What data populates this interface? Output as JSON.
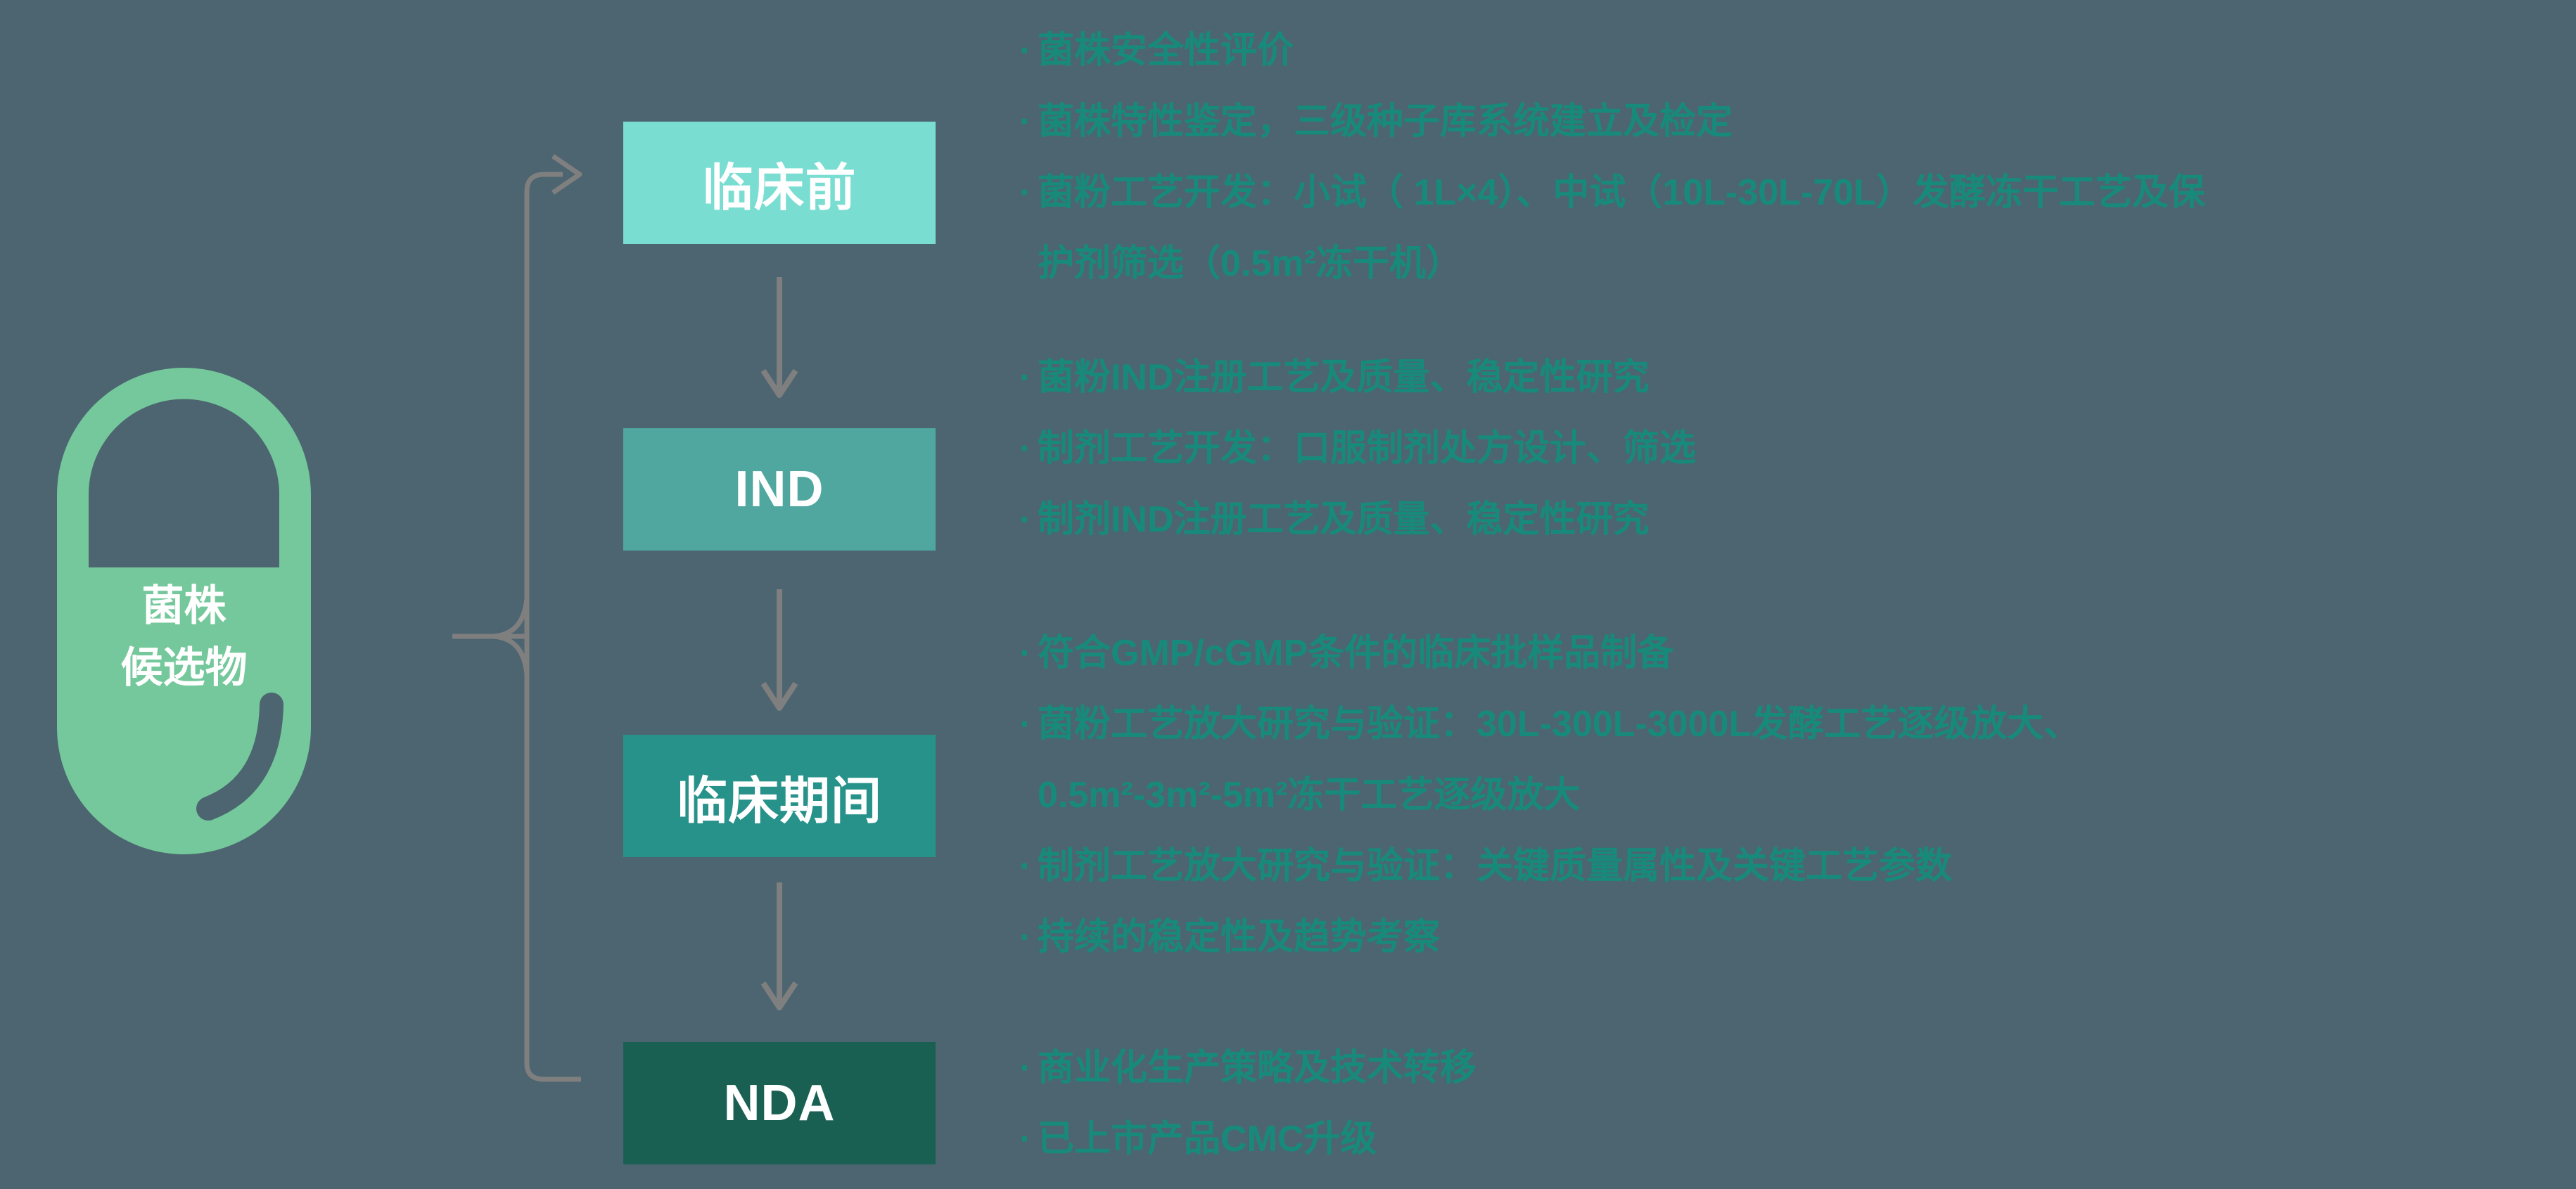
{
  "palette": {
    "background": "#4C6570",
    "connector_gray": "#7F7F7F",
    "bullet_text": "#188A7C",
    "label_text": "#FFFFFF"
  },
  "ui": {
    "bullet_char": "·"
  },
  "source": {
    "label_lines": [
      "菌株",
      "候选物"
    ],
    "color": "#74C89B"
  },
  "stages": [
    {
      "key": "preclinical",
      "label": "临床前",
      "box_color": "#7ADDD2",
      "lines": [
        {
          "bullet": true,
          "text": "菌株安全性评价"
        },
        {
          "bullet": true,
          "text": "菌株特性鉴定，三级种子库系统建立及检定"
        },
        {
          "bullet": true,
          "text": "菌粉工艺开发：小试（ 1L×4）、中试（10L-30L-70L）发酵冻干工艺及保"
        },
        {
          "bullet": false,
          "text": "护剂筛选（0.5m²冻干机）"
        }
      ]
    },
    {
      "key": "ind",
      "label": "IND",
      "box_color": "#4FA7A0",
      "lines": [
        {
          "bullet": true,
          "text": "菌粉IND注册工艺及质量、稳定性研究"
        },
        {
          "bullet": true,
          "text": "制剂工艺开发：口服制剂处方设计、筛选"
        },
        {
          "bullet": true,
          "text": "制剂IND注册工艺及质量、稳定性研究"
        }
      ]
    },
    {
      "key": "clinical",
      "label": "临床期间",
      "box_color": "#27928A",
      "lines": [
        {
          "bullet": true,
          "text": "符合GMP/cGMP条件的临床批样品制备"
        },
        {
          "bullet": true,
          "text": "菌粉工艺放大研究与验证：30L-300L-3000L发酵工艺逐级放大、"
        },
        {
          "bullet": false,
          "text": "0.5m²-3m²-5m²冻干工艺逐级放大"
        },
        {
          "bullet": true,
          "text": "制剂工艺放大研究与验证：关键质量属性及关键工艺参数"
        },
        {
          "bullet": true,
          "text": "持续的稳定性及趋势考察"
        }
      ]
    },
    {
      "key": "nda",
      "label": "NDA",
      "box_color": "#1A6052",
      "lines": [
        {
          "bullet": true,
          "text": "商业化生产策略及技术转移"
        },
        {
          "bullet": true,
          "text": "已上市产品CMC升级"
        }
      ]
    }
  ]
}
